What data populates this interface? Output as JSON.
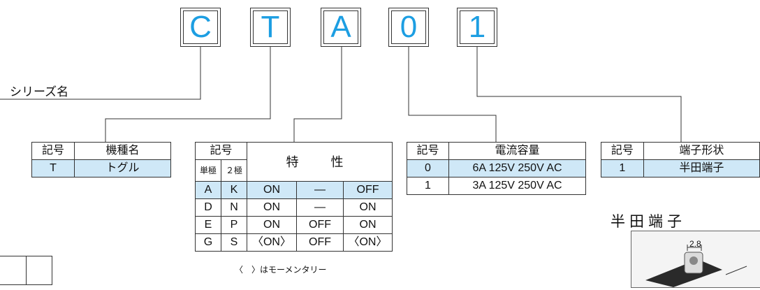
{
  "code": [
    "C",
    "T",
    "A",
    "0",
    "1"
  ],
  "series_label": "シリーズ名",
  "model_table": {
    "headers": [
      "記号",
      "機種名"
    ],
    "rows": [
      [
        "T",
        "トグル"
      ]
    ]
  },
  "char_table": {
    "header_symbol": "記号",
    "header_char": "特　性",
    "sub_single": "単極",
    "sub_double": "２極",
    "rows": [
      [
        "A",
        "K",
        "ON",
        "—",
        "OFF"
      ],
      [
        "D",
        "N",
        "ON",
        "—",
        "ON"
      ],
      [
        "E",
        "P",
        "ON",
        "OFF",
        "ON"
      ],
      [
        "G",
        "S",
        "〈ON〉",
        "OFF",
        "〈ON〉"
      ]
    ]
  },
  "momentary_note": "〈　〉はモーメンタリー",
  "current_table": {
    "headers": [
      "記号",
      "電流容量"
    ],
    "rows": [
      [
        "0",
        "6A 125V 250V AC"
      ],
      [
        "1",
        "3A 125V 250V AC"
      ]
    ]
  },
  "terminal_table": {
    "headers": [
      "記号",
      "端子形状"
    ],
    "rows": [
      [
        "1",
        "半田端子"
      ]
    ]
  },
  "solder_title": "半田端子",
  "dimension_label": "2.8",
  "colors": {
    "accent": "#1c9ee2",
    "highlight": "#cfe8f7"
  }
}
